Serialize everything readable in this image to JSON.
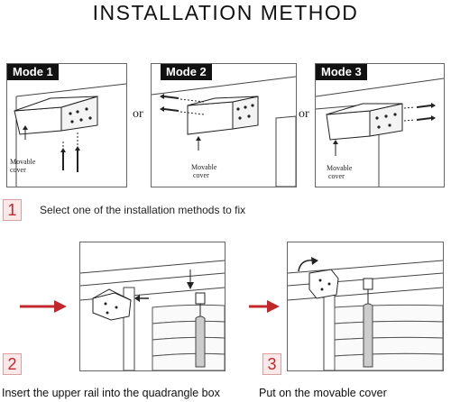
{
  "title": "INSTALLATION METHOD",
  "modes": [
    {
      "label": "Mode 1",
      "note_line1": "Movable",
      "note_line2": "cover"
    },
    {
      "label": "Mode 2",
      "note_line1": "Movable",
      "note_line2": "cover"
    },
    {
      "label": "Mode 3",
      "note_line1": "Movable",
      "note_line2": "cover"
    }
  ],
  "or_text": "or",
  "steps": [
    {
      "number": "1",
      "text": "Select one of the installation methods to fix"
    },
    {
      "number": "2",
      "text": "Insert the upper rail into the quadrangle box"
    },
    {
      "number": "3",
      "text": "Put on the movable cover"
    }
  ],
  "colors": {
    "accent": "#c0282c",
    "tag": "#111111",
    "step_bg": "#fbe8e8"
  }
}
